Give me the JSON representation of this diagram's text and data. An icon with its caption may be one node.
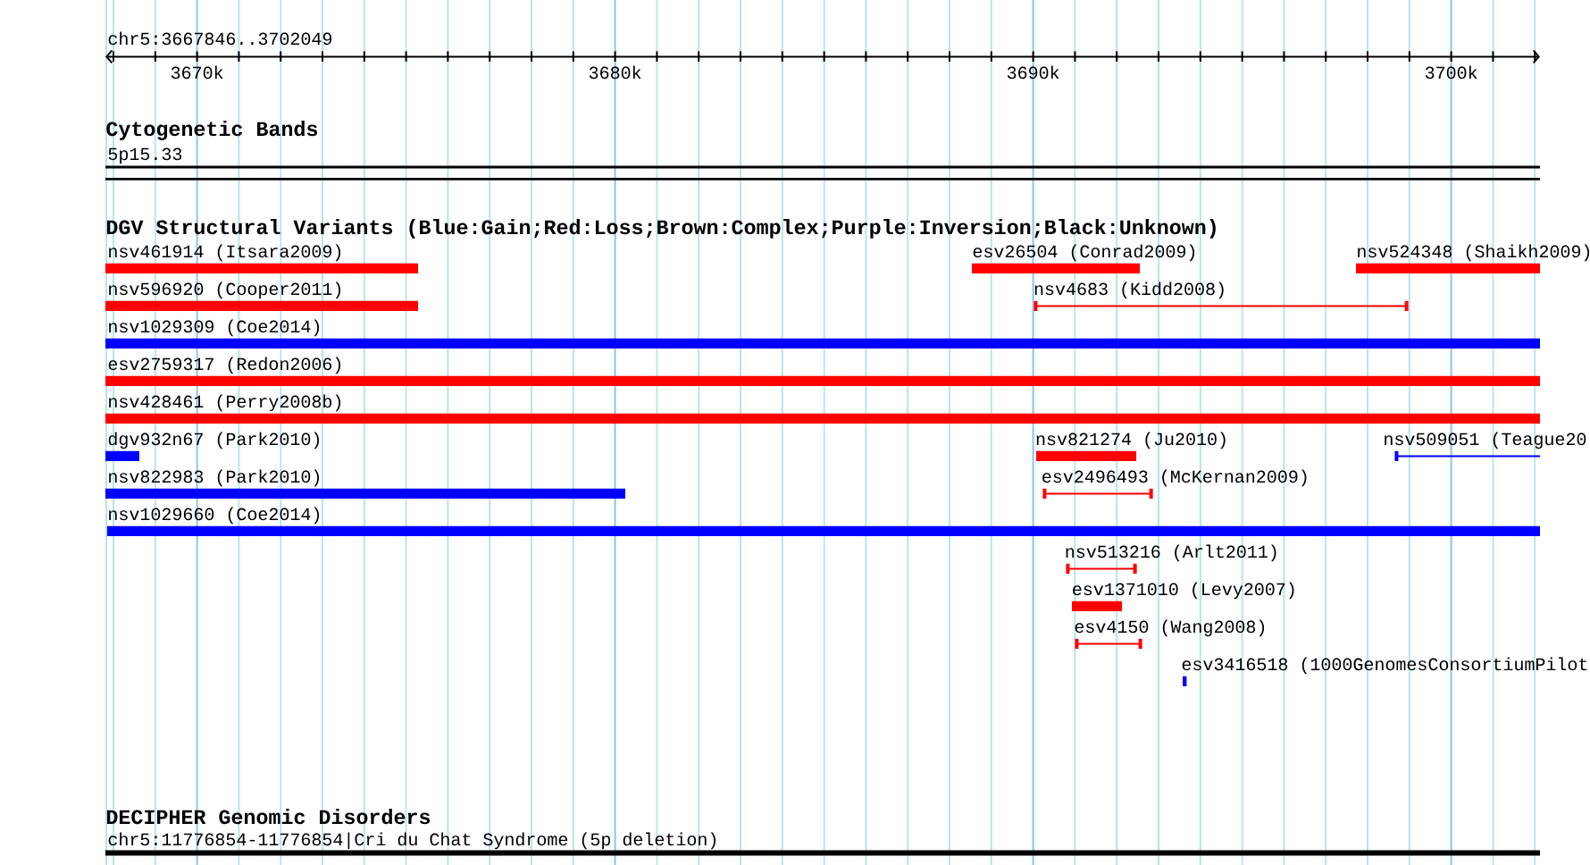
{
  "diagram": {
    "nodes": [
      {
        "text": [
          "5p15.33"
        ]
      },
      {
        "text": [
          "nsv461914 (Itsara2009)"
        ]
      },
      {
        "text": [
          "esv26504 (Conrad2009)"
        ]
      },
      {
        "text": [
          "nsv524348 (Shaikh2009)"
        ]
      },
      {
        "text": [
          "nsv596920 (Cooper2011)"
        ]
      },
      {
        "text": [
          "nsv4683 (Kidd2008)"
        ]
      },
      {
        "text": [
          "nsv1029309 (Coe2014)"
        ]
      },
      {
        "text": [
          "esv2759317 (Redon2006)"
        ]
      },
      {
        "text": [
          "nsv428461 (Perry2008b)"
        ]
      },
      {
        "text": [
          "dgv932n67 (Park2010)"
        ]
      },
      {
        "text": [
          "nsv821274 (Ju2010)"
        ]
      },
      {
        "text": [
          "nsv509051 (Teague20"
        ]
      },
      {
        "text": [
          "nsv822983 (Park2010)"
        ]
      },
      {
        "text": [
          "esv2496493 (McKernan2009)"
        ]
      },
      {
        "text": [
          "nsv1029660 (Coe2014)"
        ]
      },
      {
        "text": [
          "nsv513216 (Arlt2011)"
        ]
      },
      {
        "text": [
          "esv1371010 (Levy2007)"
        ]
      },
      {
        "text": [
          "esv4150 (Wang2008)"
        ]
      },
      {
        "text": [
          "esv3416518 (1000GenomesConsortiumPilot"
        ]
      },
      {
        "text": [
          "chr5:11776854-11776854|Cri du Chat Syndrome (5p deletion)"
        ]
      }
    ],
    "labels": [
      "chr5:3667846..3702049",
      "3670k",
      "3680k",
      "3690k",
      "3700k",
      "Cytogenetic Bands",
      "DGV Structural Variants (Blue:Gain;Red:Loss;Brown:Complex;Purple:Inversion;Black:Unknown)",
      "DECIPHER Genomic Disorders"
    ]
  }
}
